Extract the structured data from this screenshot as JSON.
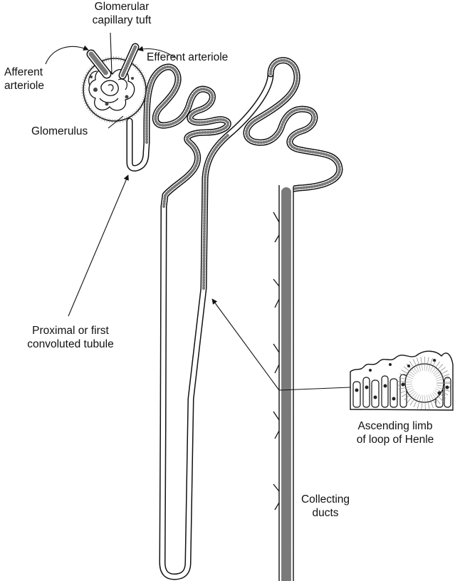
{
  "labels": {
    "glomerular_capillary_tuft": [
      "Glomerular",
      "capillary tuft"
    ],
    "efferent_arteriole": "Efferent arteriole",
    "afferent_arteriole": [
      "Afferent",
      "arteriole"
    ],
    "glomerulus": "Glomerulus",
    "proximal_tubule": [
      "Proximal or first",
      "convoluted tubule"
    ],
    "ascending_limb": [
      "Ascending limb",
      "of loop of Henle"
    ],
    "collecting_ducts": [
      "Collecting",
      "ducts"
    ]
  },
  "colors": {
    "ink": "#111111",
    "stipple": "#7a7a7a",
    "background": "#ffffff"
  }
}
